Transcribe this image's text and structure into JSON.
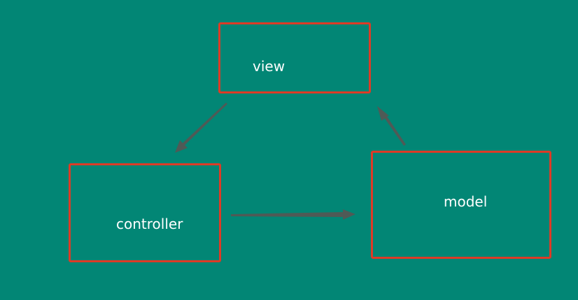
{
  "diagram": {
    "nodes": [
      {
        "id": "view",
        "label": "view"
      },
      {
        "id": "controller",
        "label": "controller"
      },
      {
        "id": "model",
        "label": "model"
      }
    ],
    "edges": [
      {
        "from": "view",
        "to": "controller"
      },
      {
        "from": "controller",
        "to": "model"
      },
      {
        "from": "model",
        "to": "view"
      }
    ],
    "colors": {
      "background": "#028675",
      "node_border": "#dd3b26",
      "arrow": "#4f5a56",
      "label": "#ffffff"
    }
  }
}
